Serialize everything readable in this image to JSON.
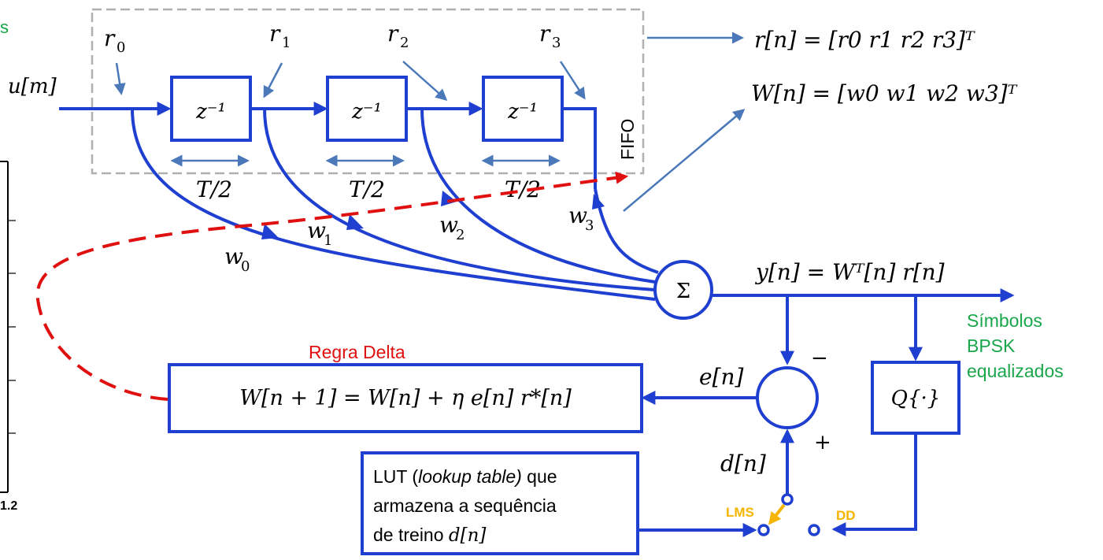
{
  "colors": {
    "signal_blue": "#1f3fd0",
    "annotation_blue": "#4a78b8",
    "green": "#1aa64a",
    "red": "#e01010",
    "orange": "#f5b400",
    "dashed_box": "#b0b0b0"
  },
  "corner_text": "s",
  "fifo_label": "FIFO",
  "input_label": "u[m]",
  "delay_label": "z⁻¹",
  "delay_spacing": "T/2",
  "taps_r": [
    "r",
    "r",
    "r",
    "r"
  ],
  "tap_subscripts": [
    "0",
    "1",
    "2",
    "3"
  ],
  "taps_w": [
    "w",
    "w",
    "w",
    "w"
  ],
  "r_vector": "r[n] = [r0  r1   r2  r3]ᵀ",
  "w_vector": "W[n] = [w0  w1  w2  w3]ᵀ",
  "sum_symbol": "Σ",
  "output_eq": "y[n] = Wᵀ[n] r[n]",
  "output_label": [
    "Símbolos",
    "BPSK",
    "equalizados"
  ],
  "delta_rule_title": "Regra Delta",
  "delta_rule": "W[n + 1] = W[n] + η e[n]  r*[n]",
  "error_label": "e[n]",
  "minus_sign": "−",
  "plus_sign": "+",
  "desired_label": "d[n]",
  "quantizer": "Q{·}",
  "lut_text": {
    "line1_prefix": "LUT (",
    "line1_italic": "lookup table)",
    "line1_suffix": " que",
    "line2": "armazena a sequência",
    "line3_prefix": "de treino ",
    "line3_math": "d[n]"
  },
  "switch_lms": "LMS",
  "switch_dd": "DD",
  "side_tick_label": "1.2"
}
